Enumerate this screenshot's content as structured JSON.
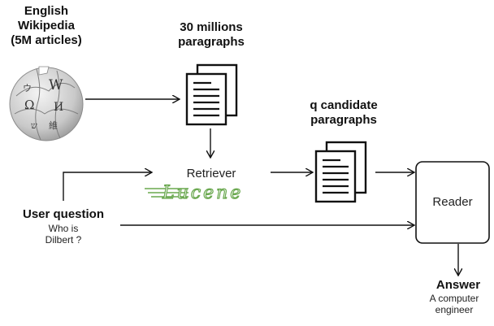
{
  "source": {
    "title_line1": "English",
    "title_line2": "Wikipedia",
    "title_line3": "(5M articles)",
    "logo": "wikipedia-globe"
  },
  "corpus": {
    "line1": "30 millions",
    "line2": "paragraphs",
    "icon": "document-stack-icon"
  },
  "candidates": {
    "line1": "q candidate",
    "line2": "paragraphs",
    "icon": "document-stack-icon"
  },
  "retriever": {
    "label": "Retriever",
    "logo_text": "Lucene",
    "logo_color": "#6aa84f"
  },
  "reader": {
    "label": "Reader"
  },
  "question": {
    "title": "User question",
    "text_line1": "Who is",
    "text_line2": "Dilbert ?"
  },
  "answer": {
    "title": "Answer",
    "text_line1": "A computer",
    "text_line2": "engineer"
  }
}
